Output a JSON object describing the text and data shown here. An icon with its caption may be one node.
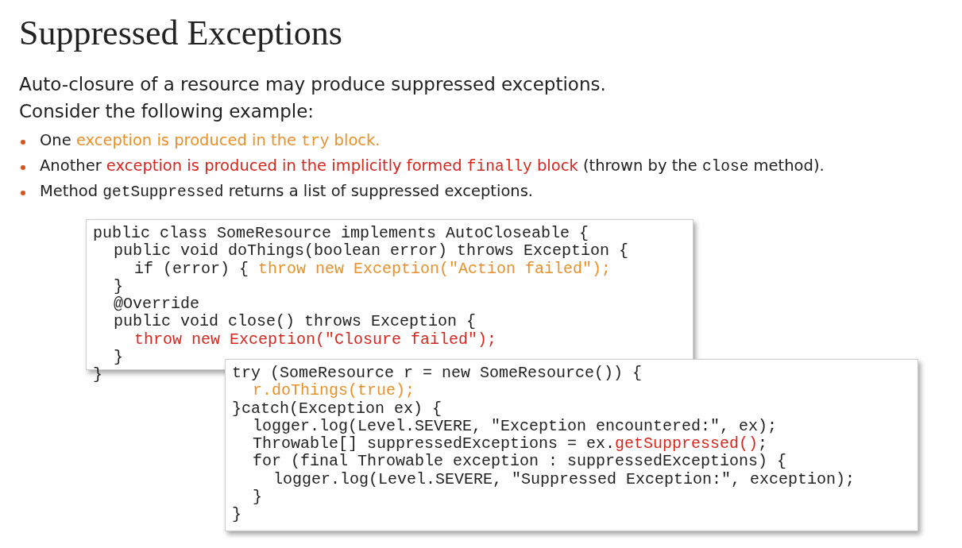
{
  "diagram": {
    "title": "Suppressed Exceptions",
    "nodes": [
      {
        "text": [
          "public class SomeResource implements AutoCloseable {",
          "public void doThings(boolean error) throws Exception {",
          "if (error) { throw new Exception(\"Action failed\");",
          "}",
          "@Override",
          "public void close() throws Exception {",
          "throw new Exception(\"Closure failed\");",
          "}",
          "}"
        ]
      },
      {
        "text": [
          "try (SomeResource r = new SomeResource()) {",
          "r.doThings(true);",
          "}catch(Exception ex) {",
          "logger.log(Level.SEVERE, \"Exception encountered:\", ex);",
          "Throwable[] suppressedExceptions = ex.getSuppressed();",
          "for (final Throwable exception : suppressedExceptions) {",
          "logger.log(Level.SEVERE, \"Suppressed Exception:\", exception);",
          "}",
          "}"
        ]
      }
    ],
    "edges": [],
    "labels": [
      "Auto-closure of a resource may produce suppressed exceptions.",
      "Consider the following example:",
      "One exception is produced in the try block.",
      "Another exception is produced in the implicitly formed finally block (thrown by the close method).",
      "Method getSuppressed returns a list of suppressed exceptions."
    ]
  }
}
